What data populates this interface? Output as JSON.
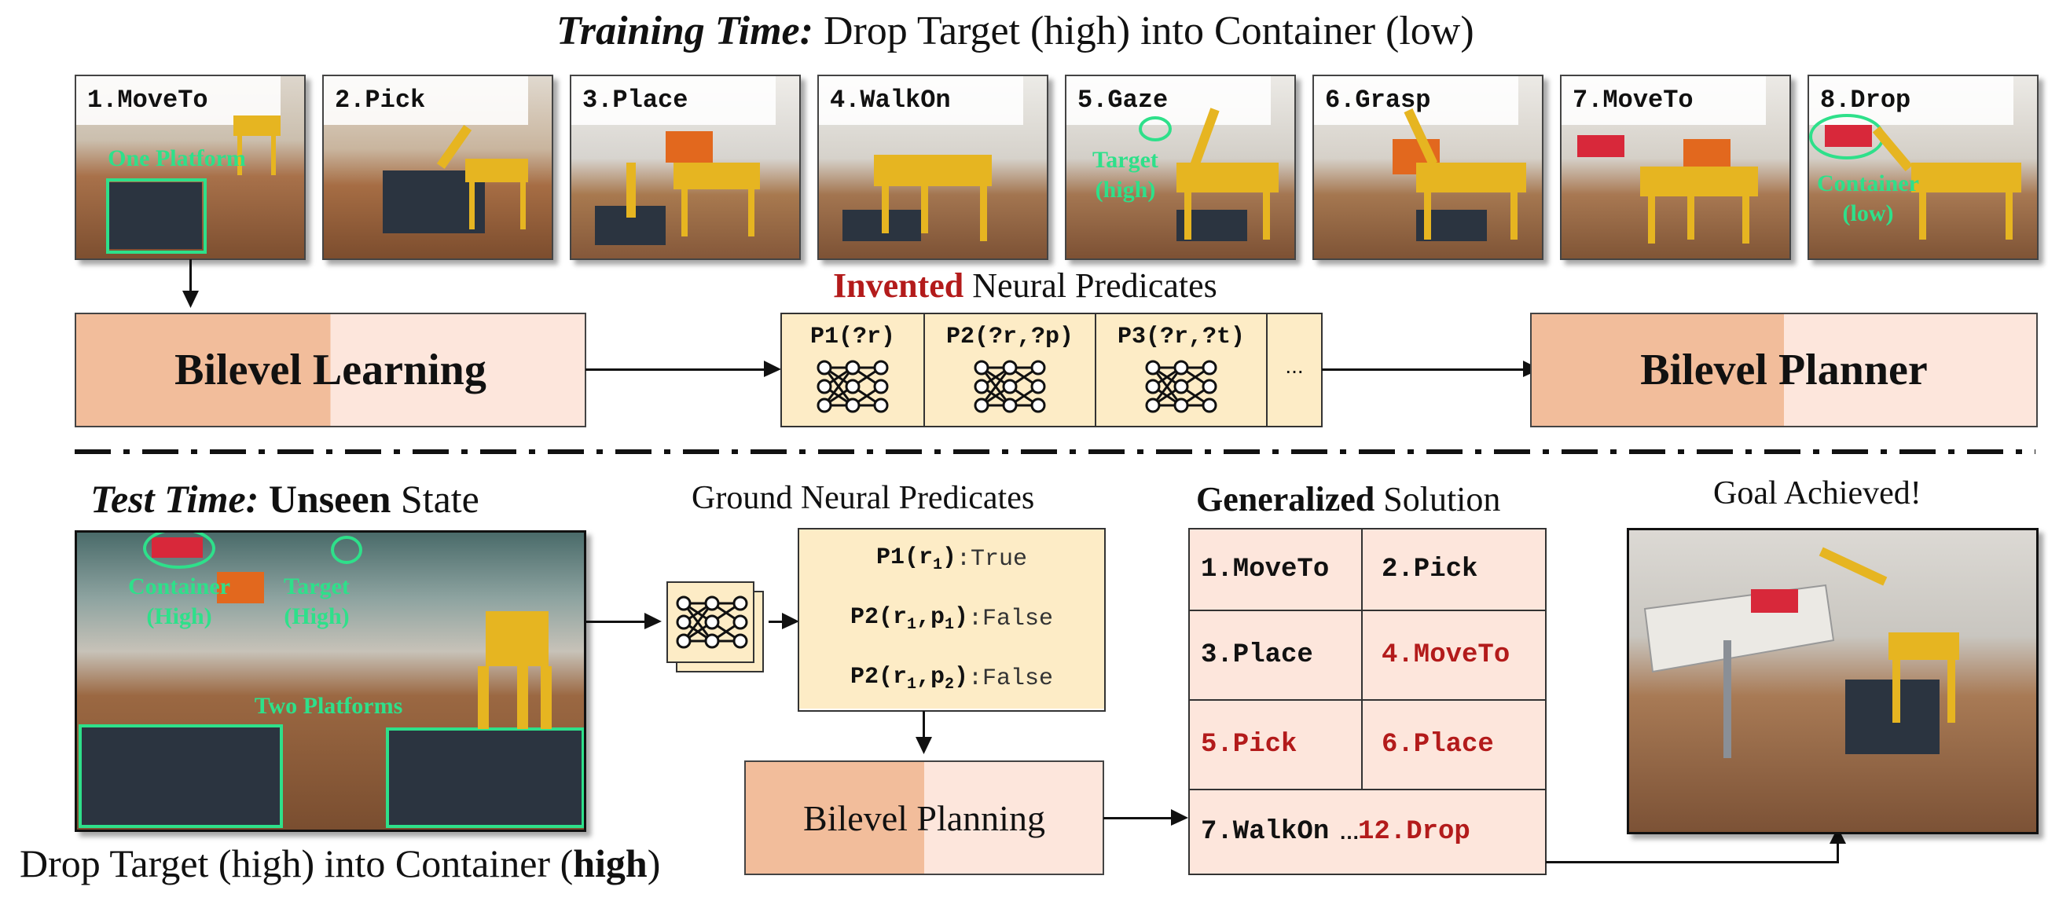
{
  "top_heading": {
    "italic_bold": "Training Time:",
    "rest": " Drop Target (high) into Container (low)"
  },
  "training_frames": [
    {
      "label": "1.MoveTo"
    },
    {
      "label": "2.Pick"
    },
    {
      "label": "3.Place"
    },
    {
      "label": "4.WalkOn"
    },
    {
      "label": "5.Gaze"
    },
    {
      "label": "6.Grasp"
    },
    {
      "label": "7.MoveTo"
    },
    {
      "label": "8.Drop"
    }
  ],
  "frame_annotations": {
    "one_platform": "One Platform",
    "target_high": [
      "Target",
      "(high)"
    ],
    "container_low": [
      "Container",
      "(low)"
    ]
  },
  "invented_title": {
    "highlight": "Invented",
    "rest": " Neural Predicates"
  },
  "bilevel_learning": "Bilevel Learning",
  "predicates": [
    "P1(?r)",
    "P2(?r,?p)",
    "P3(?r,?t)",
    "..."
  ],
  "bilevel_planner": "Bilevel Planner",
  "test_heading": {
    "italic_bold": "Test Time:",
    "bold": " Unseen",
    "rest": " State"
  },
  "test_annotations": {
    "container_high": [
      "Container",
      "(High)"
    ],
    "target_high": [
      "Target",
      "(High)"
    ],
    "two_platforms": "Two Platforms"
  },
  "test_caption": {
    "pre": "Drop Target (high) into Container (",
    "bold": "high",
    "post": ")"
  },
  "ground_title": "Ground Neural Predicates",
  "ground_rows": [
    {
      "pred": "P1(r",
      "sub1": "1",
      "mid": ")",
      "value": ":True"
    },
    {
      "pred": "P2(r",
      "sub1": "1",
      "mid": ",p",
      "sub2": "1",
      "end": ")",
      "value": ":False"
    },
    {
      "pred": "P2(r",
      "sub1": "1",
      "mid": ",p",
      "sub2": "2",
      "end": ")",
      "value": ":False"
    }
  ],
  "bilevel_planning": "Bilevel Planning",
  "generalized_title": {
    "bold": "Generalized",
    "rest": " Solution"
  },
  "solution_steps": [
    {
      "text": "1.MoveTo",
      "new": false
    },
    {
      "text": "2.Pick",
      "new": false
    },
    {
      "text": "3.Place",
      "new": false
    },
    {
      "text": "4.MoveTo",
      "new": true
    },
    {
      "text": "5.Pick",
      "new": true
    },
    {
      "text": "6.Place",
      "new": true
    },
    {
      "text": "7.WalkOn",
      "new": false
    },
    {
      "text": "…",
      "new": false
    },
    {
      "text": "12.Drop",
      "new": true
    }
  ],
  "goal_title": "Goal Achieved!",
  "colors": {
    "accent_red": "#b31b1b",
    "annotation_green": "#2ee08a",
    "predicate_fill": "#fdecc6",
    "box_dark": "#f2bd9b",
    "box_light": "#fde6dc"
  }
}
